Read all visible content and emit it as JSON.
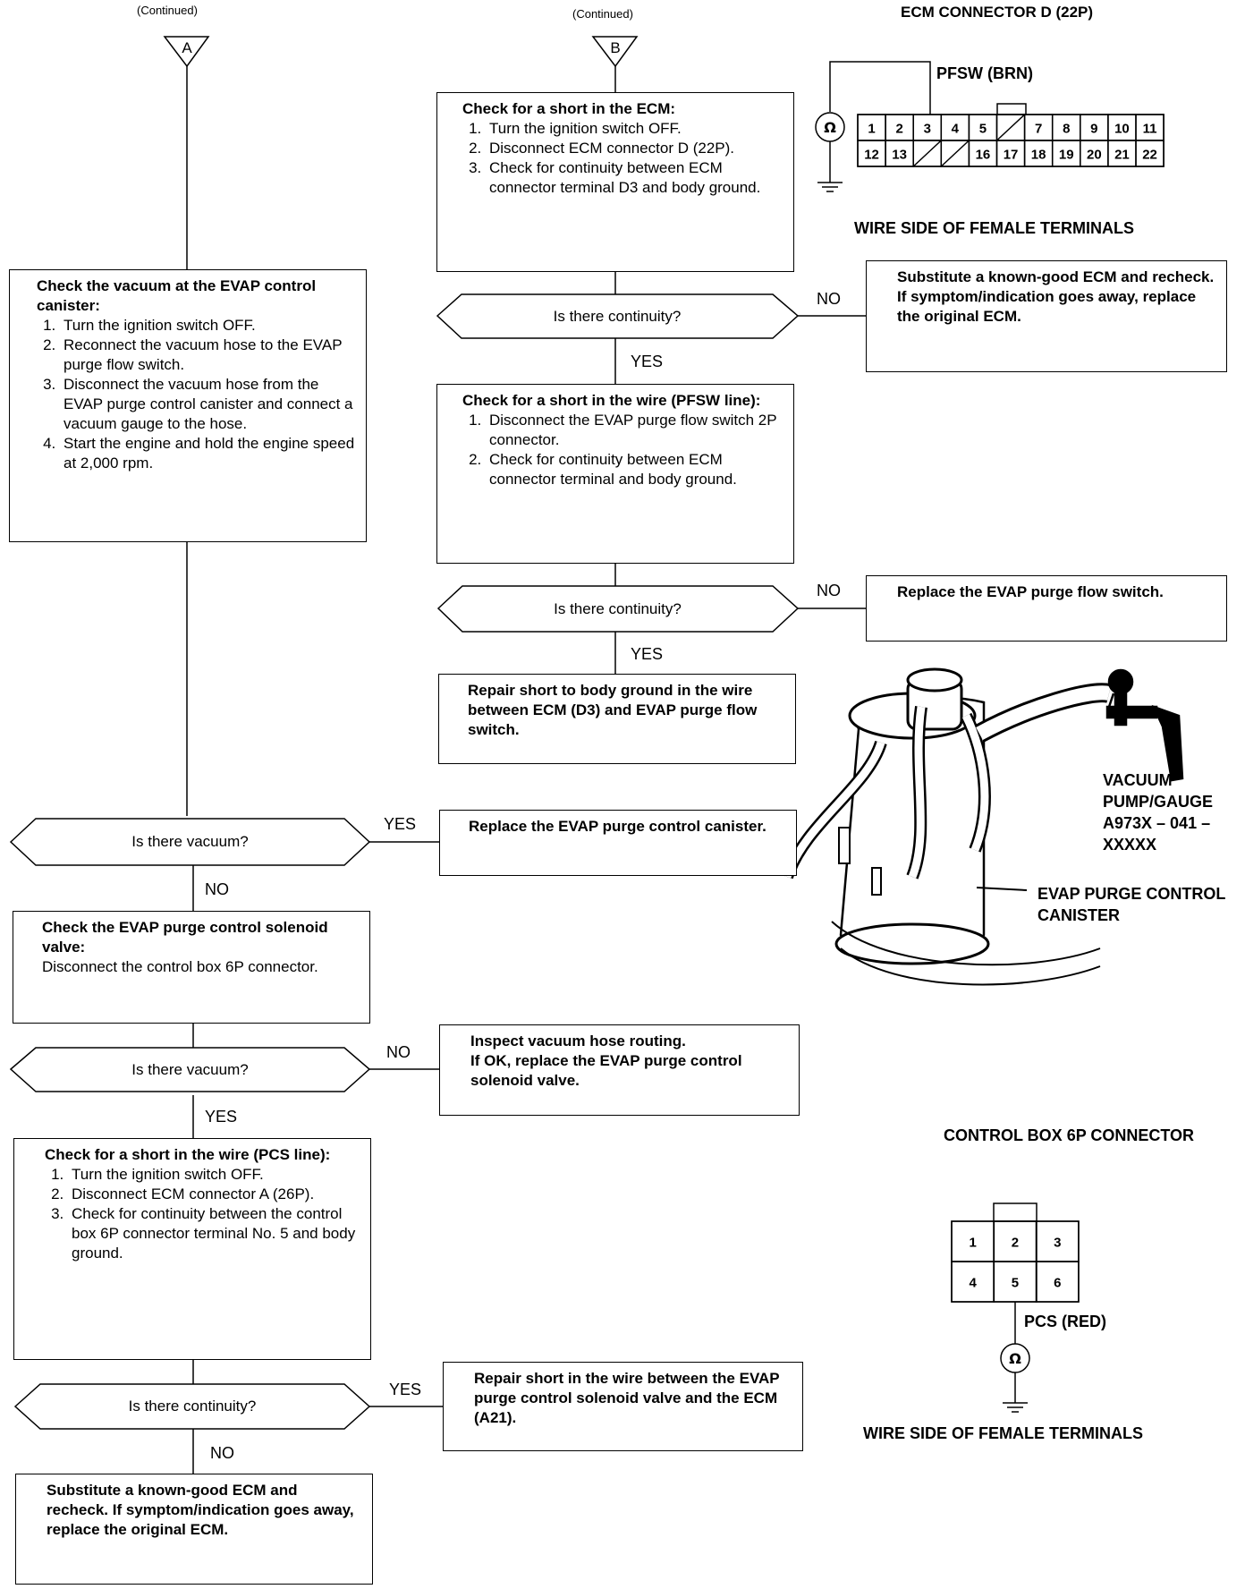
{
  "headers": {
    "continued_a": "(Continued)",
    "continued_b": "(Continued)",
    "marker_a": "A",
    "marker_b": "B"
  },
  "col_a": {
    "box1": {
      "title": "Check the vacuum at the EVAP control canister:",
      "steps": [
        "Turn the ignition switch OFF.",
        "Reconnect the vacuum hose to the EVAP purge flow switch.",
        "Disconnect the vacuum hose from the EVAP purge control canister and connect a vacuum gauge to the hose.",
        "Start the engine and hold the engine speed at 2,000 rpm."
      ]
    },
    "dec1": {
      "question": "Is there vacuum?",
      "yes": "YES",
      "no": "NO"
    },
    "box_yes1": "Replace the EVAP purge control canister.",
    "box2": {
      "title": "Check the EVAP purge control solenoid valve:",
      "body": "Disconnect the control box 6P connector."
    },
    "dec2": {
      "question": "Is there vacuum?",
      "yes": "YES",
      "no": "NO"
    },
    "box_no2": {
      "line1": "Inspect vacuum hose routing.",
      "line2": "If OK, replace the EVAP purge control solenoid valve."
    },
    "box3": {
      "title": "Check for a short in the wire (PCS line):",
      "steps": [
        "Turn the ignition switch OFF.",
        "Disconnect ECM connector A (26P).",
        "Check for continuity between the control box 6P connector terminal No. 5 and body ground."
      ]
    },
    "dec3": {
      "question": "Is there continuity?",
      "yes": "YES",
      "no": "NO"
    },
    "box_yes3": "Repair short in the wire between the EVAP purge control solenoid valve and the ECM (A21).",
    "box_final": "Substitute a known-good ECM and recheck. If symptom/indication goes away, replace the original ECM."
  },
  "col_b": {
    "box1": {
      "title": "Check for a short in the ECM:",
      "steps": [
        "Turn the ignition switch OFF.",
        "Disconnect ECM connector D (22P).",
        "Check for continuity between ECM connector terminal D3 and body ground."
      ]
    },
    "dec1": {
      "question": "Is there continuity?",
      "yes": "YES",
      "no": "NO"
    },
    "box_no1": "Substitute a known-good ECM and recheck. If symptom/indication goes away, replace the original ECM.",
    "box2": {
      "title": "Check for a short in the wire (PFSW line):",
      "steps": [
        "Disconnect the EVAP purge flow switch 2P connector.",
        "Check for continuity between ECM connector terminal and body ground."
      ]
    },
    "dec2": {
      "question": "Is there continuity?",
      "yes": "YES",
      "no": "NO"
    },
    "box_no2": "Replace the EVAP purge flow switch.",
    "box_yes2": "Repair short to body ground in the wire between ECM (D3) and EVAP purge flow switch."
  },
  "ecm_connector": {
    "title": "ECM CONNECTOR D (22P)",
    "wire_label": "PFSW",
    "wire_color": "(BRN)",
    "row1": [
      "1",
      "2",
      "3",
      "4",
      "5",
      "",
      "7",
      "8",
      "9",
      "10",
      "11"
    ],
    "row2": [
      "12",
      "13",
      "",
      "",
      "16",
      "17",
      "18",
      "19",
      "20",
      "21",
      "22"
    ],
    "meter": "Ω",
    "caption": "WIRE SIDE OF FEMALE TERMINALS"
  },
  "canister_figure": {
    "pump_label": [
      "VACUUM",
      "PUMP/GAUGE",
      "A973X – 041 –",
      "XXXXX"
    ],
    "canister_label": [
      "EVAP",
      "PURGE",
      "CONTROL",
      "CANISTER"
    ]
  },
  "control_box": {
    "title_line1": "CONTROL BOX",
    "title_line2": "6P CONNECTOR",
    "row1": [
      "1",
      "2",
      "3"
    ],
    "row2": [
      "4",
      "5",
      "6"
    ],
    "wire_label": "PCS (RED)",
    "meter": "Ω",
    "caption": "WIRE SIDE OF FEMALE TERMINALS"
  }
}
